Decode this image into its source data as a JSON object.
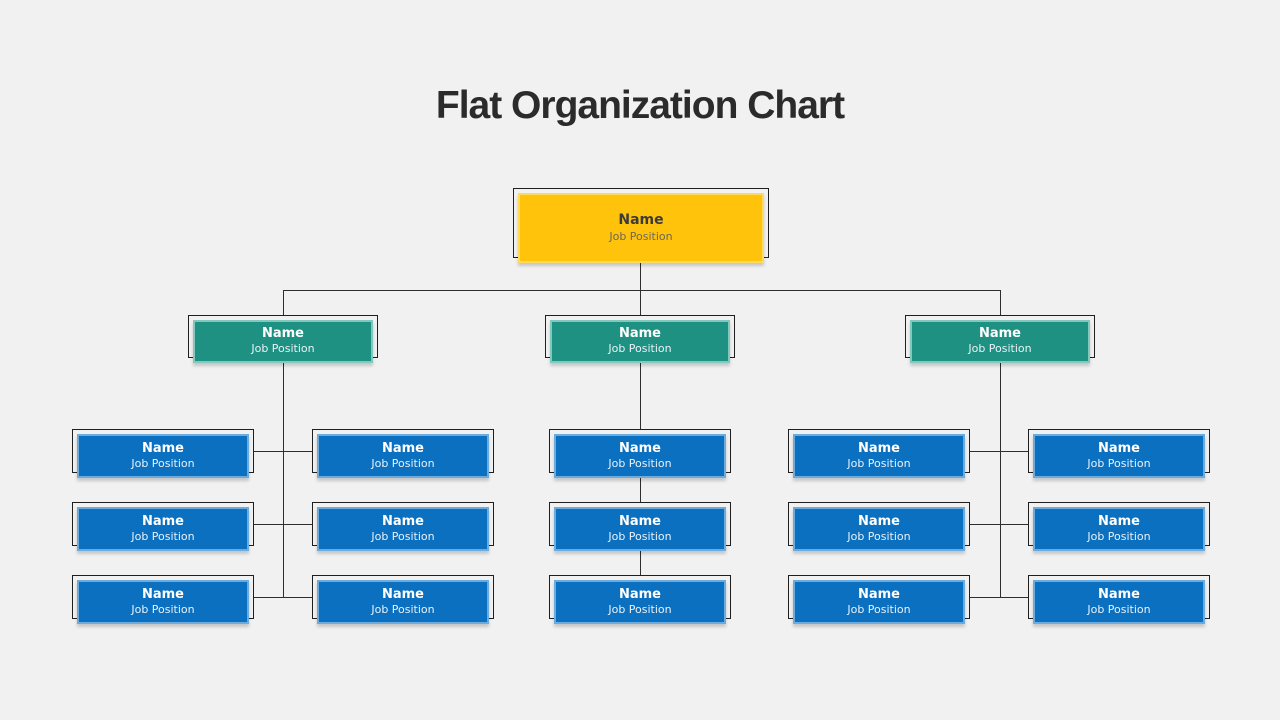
{
  "title": "Flat Organization Chart",
  "colors": {
    "background": "#F1F1F1",
    "title_text": "#2B2B2B",
    "box_outline": "#1F1F1F",
    "connector_line": "#2E2E2E",
    "root_fill": "#FFC30B",
    "root_name_text": "#3B3B3B",
    "root_position_text": "#6D6658",
    "manager_fill": "#1E9182",
    "employee_fill": "#0B70C0",
    "light_text": "#FFFFFF"
  },
  "root": {
    "name": "Name",
    "position": "Job Position"
  },
  "branches": [
    {
      "manager": {
        "name": "Name",
        "position": "Job Position"
      },
      "reports": [
        {
          "name": "Name",
          "position": "Job Position"
        },
        {
          "name": "Name",
          "position": "Job Position"
        },
        {
          "name": "Name",
          "position": "Job Position"
        },
        {
          "name": "Name",
          "position": "Job Position"
        },
        {
          "name": "Name",
          "position": "Job Position"
        },
        {
          "name": "Name",
          "position": "Job Position"
        }
      ]
    },
    {
      "manager": {
        "name": "Name",
        "position": "Job Position"
      },
      "reports": [
        {
          "name": "Name",
          "position": "Job Position"
        },
        {
          "name": "Name",
          "position": "Job Position"
        },
        {
          "name": "Name",
          "position": "Job Position"
        }
      ]
    },
    {
      "manager": {
        "name": "Name",
        "position": "Job Position"
      },
      "reports": [
        {
          "name": "Name",
          "position": "Job Position"
        },
        {
          "name": "Name",
          "position": "Job Position"
        },
        {
          "name": "Name",
          "position": "Job Position"
        },
        {
          "name": "Name",
          "position": "Job Position"
        },
        {
          "name": "Name",
          "position": "Job Position"
        },
        {
          "name": "Name",
          "position": "Job Position"
        }
      ]
    }
  ]
}
